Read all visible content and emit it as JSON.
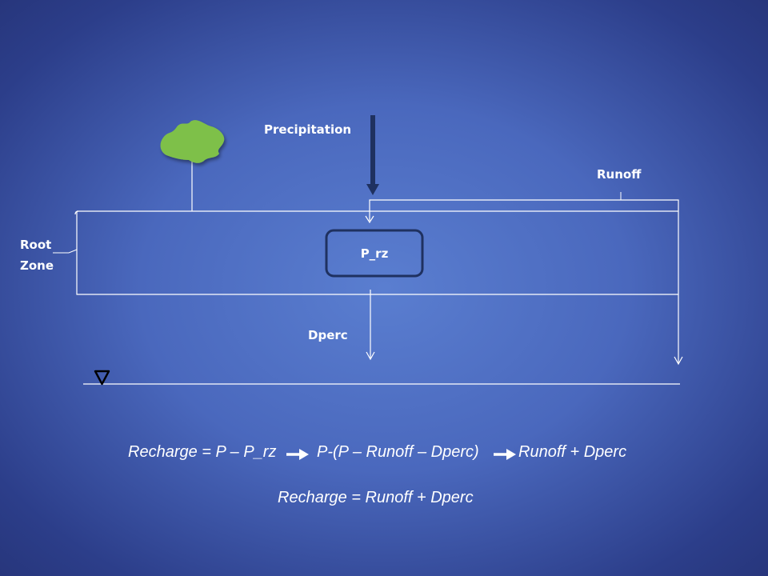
{
  "labels": {
    "precipitation": "Precipitation",
    "runoff": "Runoff",
    "root": "Root",
    "zone": "Zone",
    "p_rz": "P_rz",
    "dperc": "Dperc"
  },
  "equations": {
    "line1_part1": "Recharge = P – P_rz",
    "line1_part2": "P-(P – Runoff – Dperc)",
    "line1_part3": "Runoff + Dperc",
    "line2": "Recharge = Runoff + Dperc"
  },
  "colors": {
    "tree_canopy": "#7ec04a",
    "precip_arrow": "#1f3160",
    "eq_arrow": "#ffffff",
    "lines": "#ffffff"
  },
  "icons": {
    "water_table": "inverted-triangle",
    "tree": "tree-icon"
  }
}
